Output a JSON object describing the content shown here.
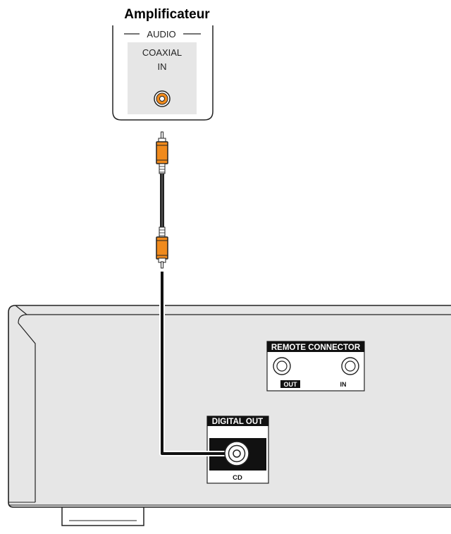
{
  "amplifier": {
    "title": "Amplificateur",
    "section_label": "AUDIO",
    "jack_label_line1": "COAXIAL",
    "jack_label_line2": "IN"
  },
  "player": {
    "remote_connector_label": "REMOTE CONNECTOR",
    "remote_out_label": "OUT",
    "remote_in_label": "IN",
    "digital_out_label": "DIGITAL OUT",
    "digital_out_sub_label": "CD"
  },
  "colors": {
    "cable_orange": "#f08a1c",
    "panel_gray": "#e6e6e6",
    "outline": "#222222",
    "label_black": "#111111"
  }
}
